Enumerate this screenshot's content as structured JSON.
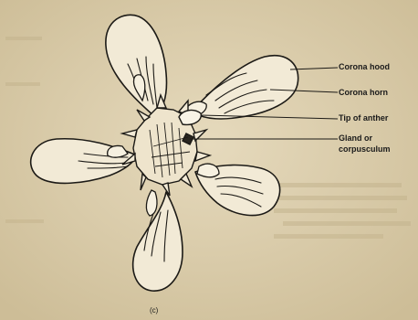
{
  "labels": {
    "corona_hood": "Corona hood",
    "corona_horn": "Corona horn",
    "tip_of_anther": "Tip of anther",
    "gland_line1": "Gland or",
    "gland_line2": "corpusculum"
  },
  "caption": "(c)",
  "colors": {
    "background": "#d8c9a6",
    "paper_light": "#e9ddc2",
    "ink": "#1c1a16"
  }
}
